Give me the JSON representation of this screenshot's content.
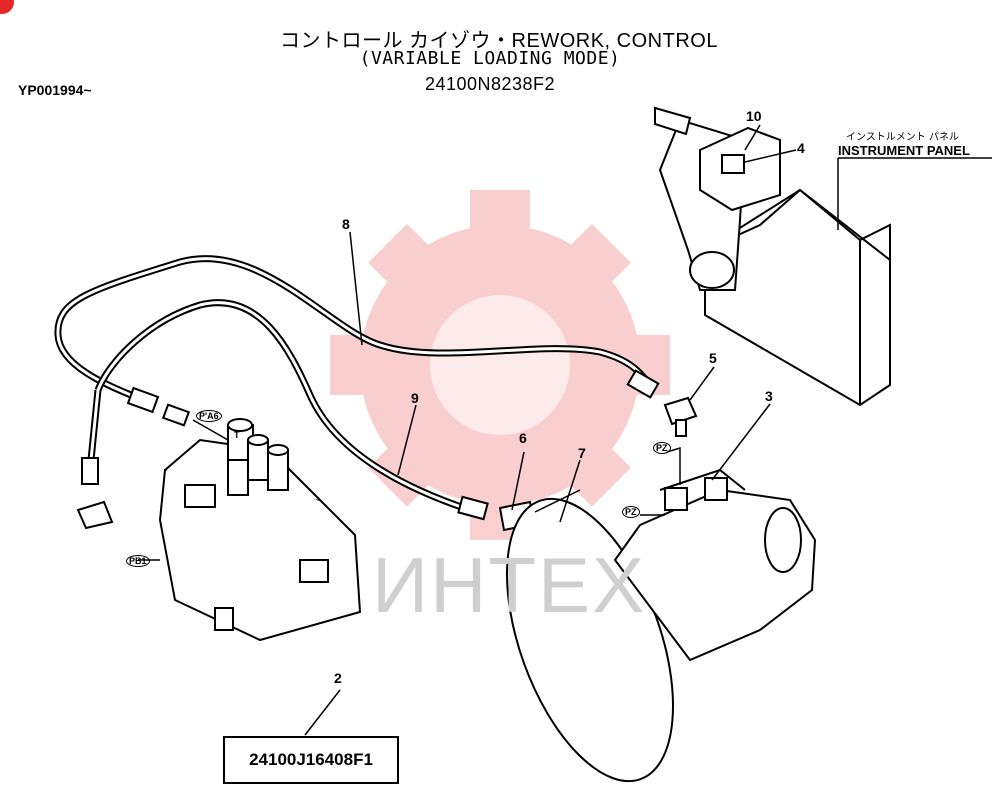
{
  "header": {
    "title_line1": "コントロール カイゾウ・REWORK, CONTROL",
    "title_line2": "(VARIABLE LOADING MODE)",
    "drawing_number": "24100N8238F2",
    "serial_range": "YP001994~"
  },
  "instrument_panel": {
    "label_jp": "インストルメント パネル",
    "label_en": "INSTRUMENT PANEL"
  },
  "callouts": [
    "10",
    "4",
    "8",
    "5",
    "3",
    "9",
    "6",
    "7",
    "2"
  ],
  "ports": {
    "pa": "P'A6",
    "pb1": "PB1",
    "pz_upper": "PZ",
    "pz_lower": "PZ",
    "t": "T"
  },
  "part_box": {
    "number": "24100J16408F1"
  },
  "watermark": {
    "text": "ИНТЕХ",
    "color": "#e8262a"
  }
}
